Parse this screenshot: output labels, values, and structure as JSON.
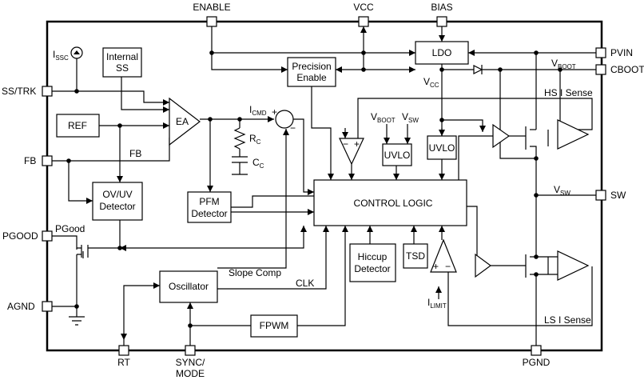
{
  "pins": {
    "enable": "ENABLE",
    "vcc": "VCC",
    "bias": "BIAS",
    "pvin": "PVIN",
    "cboot": "CBOOT",
    "ss_trk": "SS/TRK",
    "fb": "FB",
    "pgood": "PGOOD",
    "agnd": "AGND",
    "sw": "SW",
    "rt": "RT",
    "sync_line1": "SYNC/",
    "sync_line2": "MODE",
    "pgnd": "PGND"
  },
  "blocks": {
    "internal_ss_line1": "Internal",
    "internal_ss_line2": "SS",
    "ref": "REF",
    "ea": "EA",
    "ovuv_line1": "OV/UV",
    "ovuv_line2": "Detector",
    "pfm_line1": "PFM",
    "pfm_line2": "Detector",
    "precision_line1": "Precision",
    "precision_line2": "Enable",
    "ldo": "LDO",
    "uvlo1": "UVLO",
    "uvlo2": "UVLO",
    "control_logic": "CONTROL LOGIC",
    "hiccup_line1": "Hiccup",
    "hiccup_line2": "Detector",
    "tsd": "TSD",
    "oscillator": "Oscillator",
    "fpwm": "FPWM"
  },
  "signals": {
    "i_ssc": {
      "main": "I",
      "sub": "SSC"
    },
    "i_cmd": {
      "main": "I",
      "sub": "CMD"
    },
    "r_c": {
      "main": "R",
      "sub": "C"
    },
    "c_c": {
      "main": "C",
      "sub": "C"
    },
    "v_boot_top": {
      "main": "V",
      "sub": "BOOT"
    },
    "v_boot_mid": {
      "main": "V",
      "sub": "BOOT"
    },
    "v_sw_mid": {
      "main": "V",
      "sub": "SW"
    },
    "v_sw_right": {
      "main": "V",
      "sub": "SW"
    },
    "v_cc": {
      "main": "V",
      "sub": "CC"
    },
    "i_limit": {
      "main": "I",
      "sub": "LIMIT"
    },
    "fb_label": "FB",
    "pgood_label": "PGood",
    "hs_i_sense": "HS I Sense",
    "ls_i_sense": "LS I Sense",
    "slope_comp": "Slope Comp",
    "clk": "CLK",
    "plus": "+",
    "minus": "−"
  }
}
